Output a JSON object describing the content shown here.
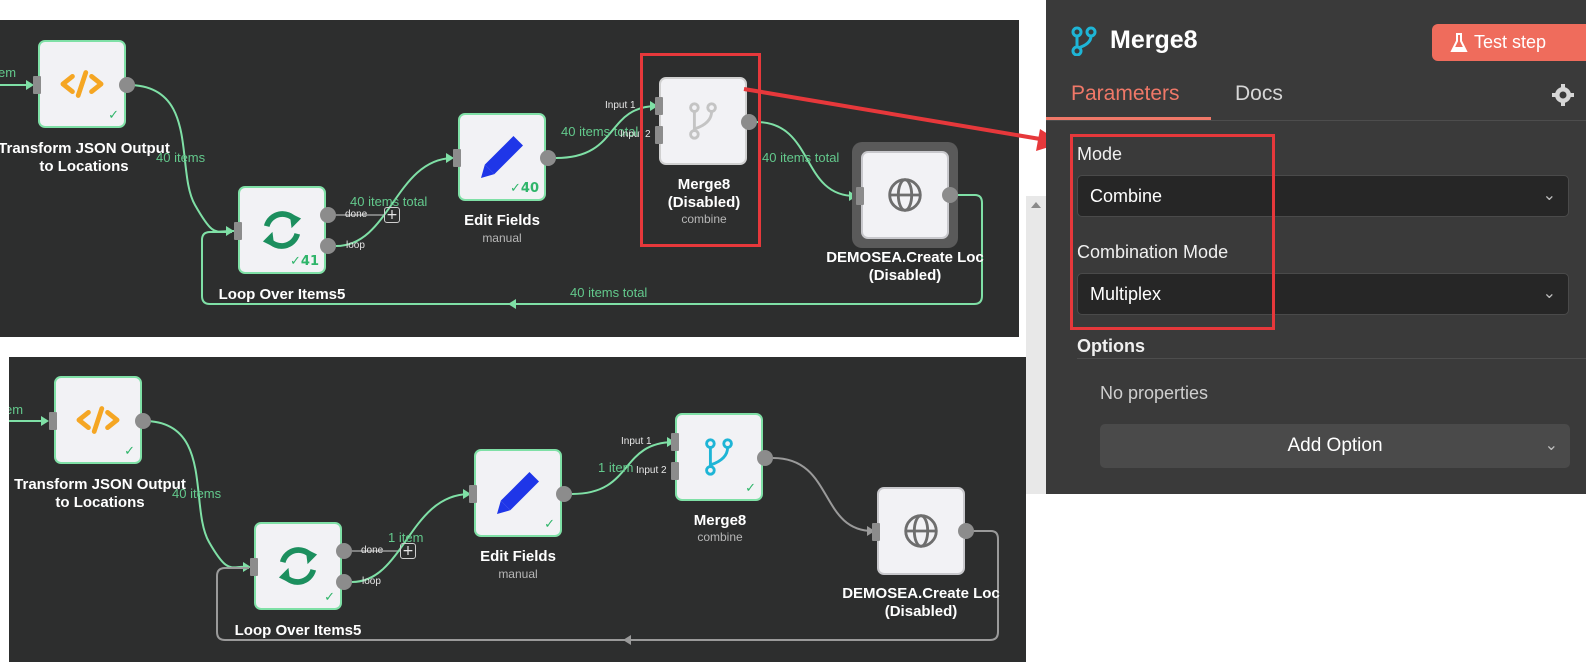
{
  "top_workflow": {
    "nodes": {
      "transform": {
        "name_line1": "Transform JSON Output",
        "name_line2": "to Locations",
        "check": "✓"
      },
      "loop": {
        "name": "Loop Over Items5",
        "check": "✓41",
        "port_done": "done",
        "port_loop": "loop"
      },
      "edit": {
        "name": "Edit Fields",
        "subtitle": "manual",
        "check": "✓40"
      },
      "merge": {
        "name_line1": "Merge8",
        "name_line2": "(Disabled)",
        "subtitle": "combine",
        "input1": "Input 1",
        "input2": "Input 2"
      },
      "demosea": {
        "name_line1": "DEMOSEA.Create Loc",
        "name_line2": "(Disabled)"
      }
    },
    "edges": {
      "left_in": "em",
      "transform_to_loop": "40 items",
      "loop_to_edit": "40 items total",
      "edit_to_merge": "40 items total",
      "merge_to_demosea": "40 items total",
      "return": "40 items total"
    }
  },
  "bottom_workflow": {
    "nodes": {
      "transform": {
        "name_line1": "Transform JSON Output",
        "name_line2": "to Locations",
        "check": "✓"
      },
      "loop": {
        "name": "Loop Over Items5",
        "check": "✓",
        "port_done": "done",
        "port_loop": "loop"
      },
      "edit": {
        "name": "Edit Fields",
        "subtitle": "manual",
        "check": "✓"
      },
      "merge": {
        "name": "Merge8",
        "subtitle": "combine",
        "check": "✓",
        "input1": "Input 1",
        "input2": "Input 2"
      },
      "demosea": {
        "name_line1": "DEMOSEA.Create Loc",
        "name_line2": "(Disabled)"
      }
    },
    "edges": {
      "left_in": "em",
      "transform_to_loop": "40 items",
      "loop_to_edit": "1 item",
      "edit_to_merge": "1 item"
    }
  },
  "panel": {
    "title": "Merge8",
    "test_step_label": "Test step",
    "tabs": {
      "parameters": "Parameters",
      "docs": "Docs"
    },
    "mode": {
      "label": "Mode",
      "value": "Combine"
    },
    "combination_mode": {
      "label": "Combination Mode",
      "value": "Multiplex"
    },
    "options": {
      "label": "Options",
      "empty_text": "No properties",
      "add_option": "Add Option"
    }
  },
  "colors": {
    "canvas": "#2d2e2e",
    "connection_success": "#7fe0a6",
    "connection_default": "#9a9a9a",
    "accent": "#ef6c5c",
    "annotation": "#e6383b",
    "code_icon": "#f5a623",
    "edit_icon": "#1f36e8",
    "loop_icon": "#1c8f5e",
    "merge_icon": "#1eb5d6"
  },
  "icons": [
    "code-icon",
    "pencil-icon",
    "refresh-icon",
    "merge-icon",
    "globe-icon",
    "flask-icon",
    "gear-icon",
    "chevron-down-icon"
  ]
}
